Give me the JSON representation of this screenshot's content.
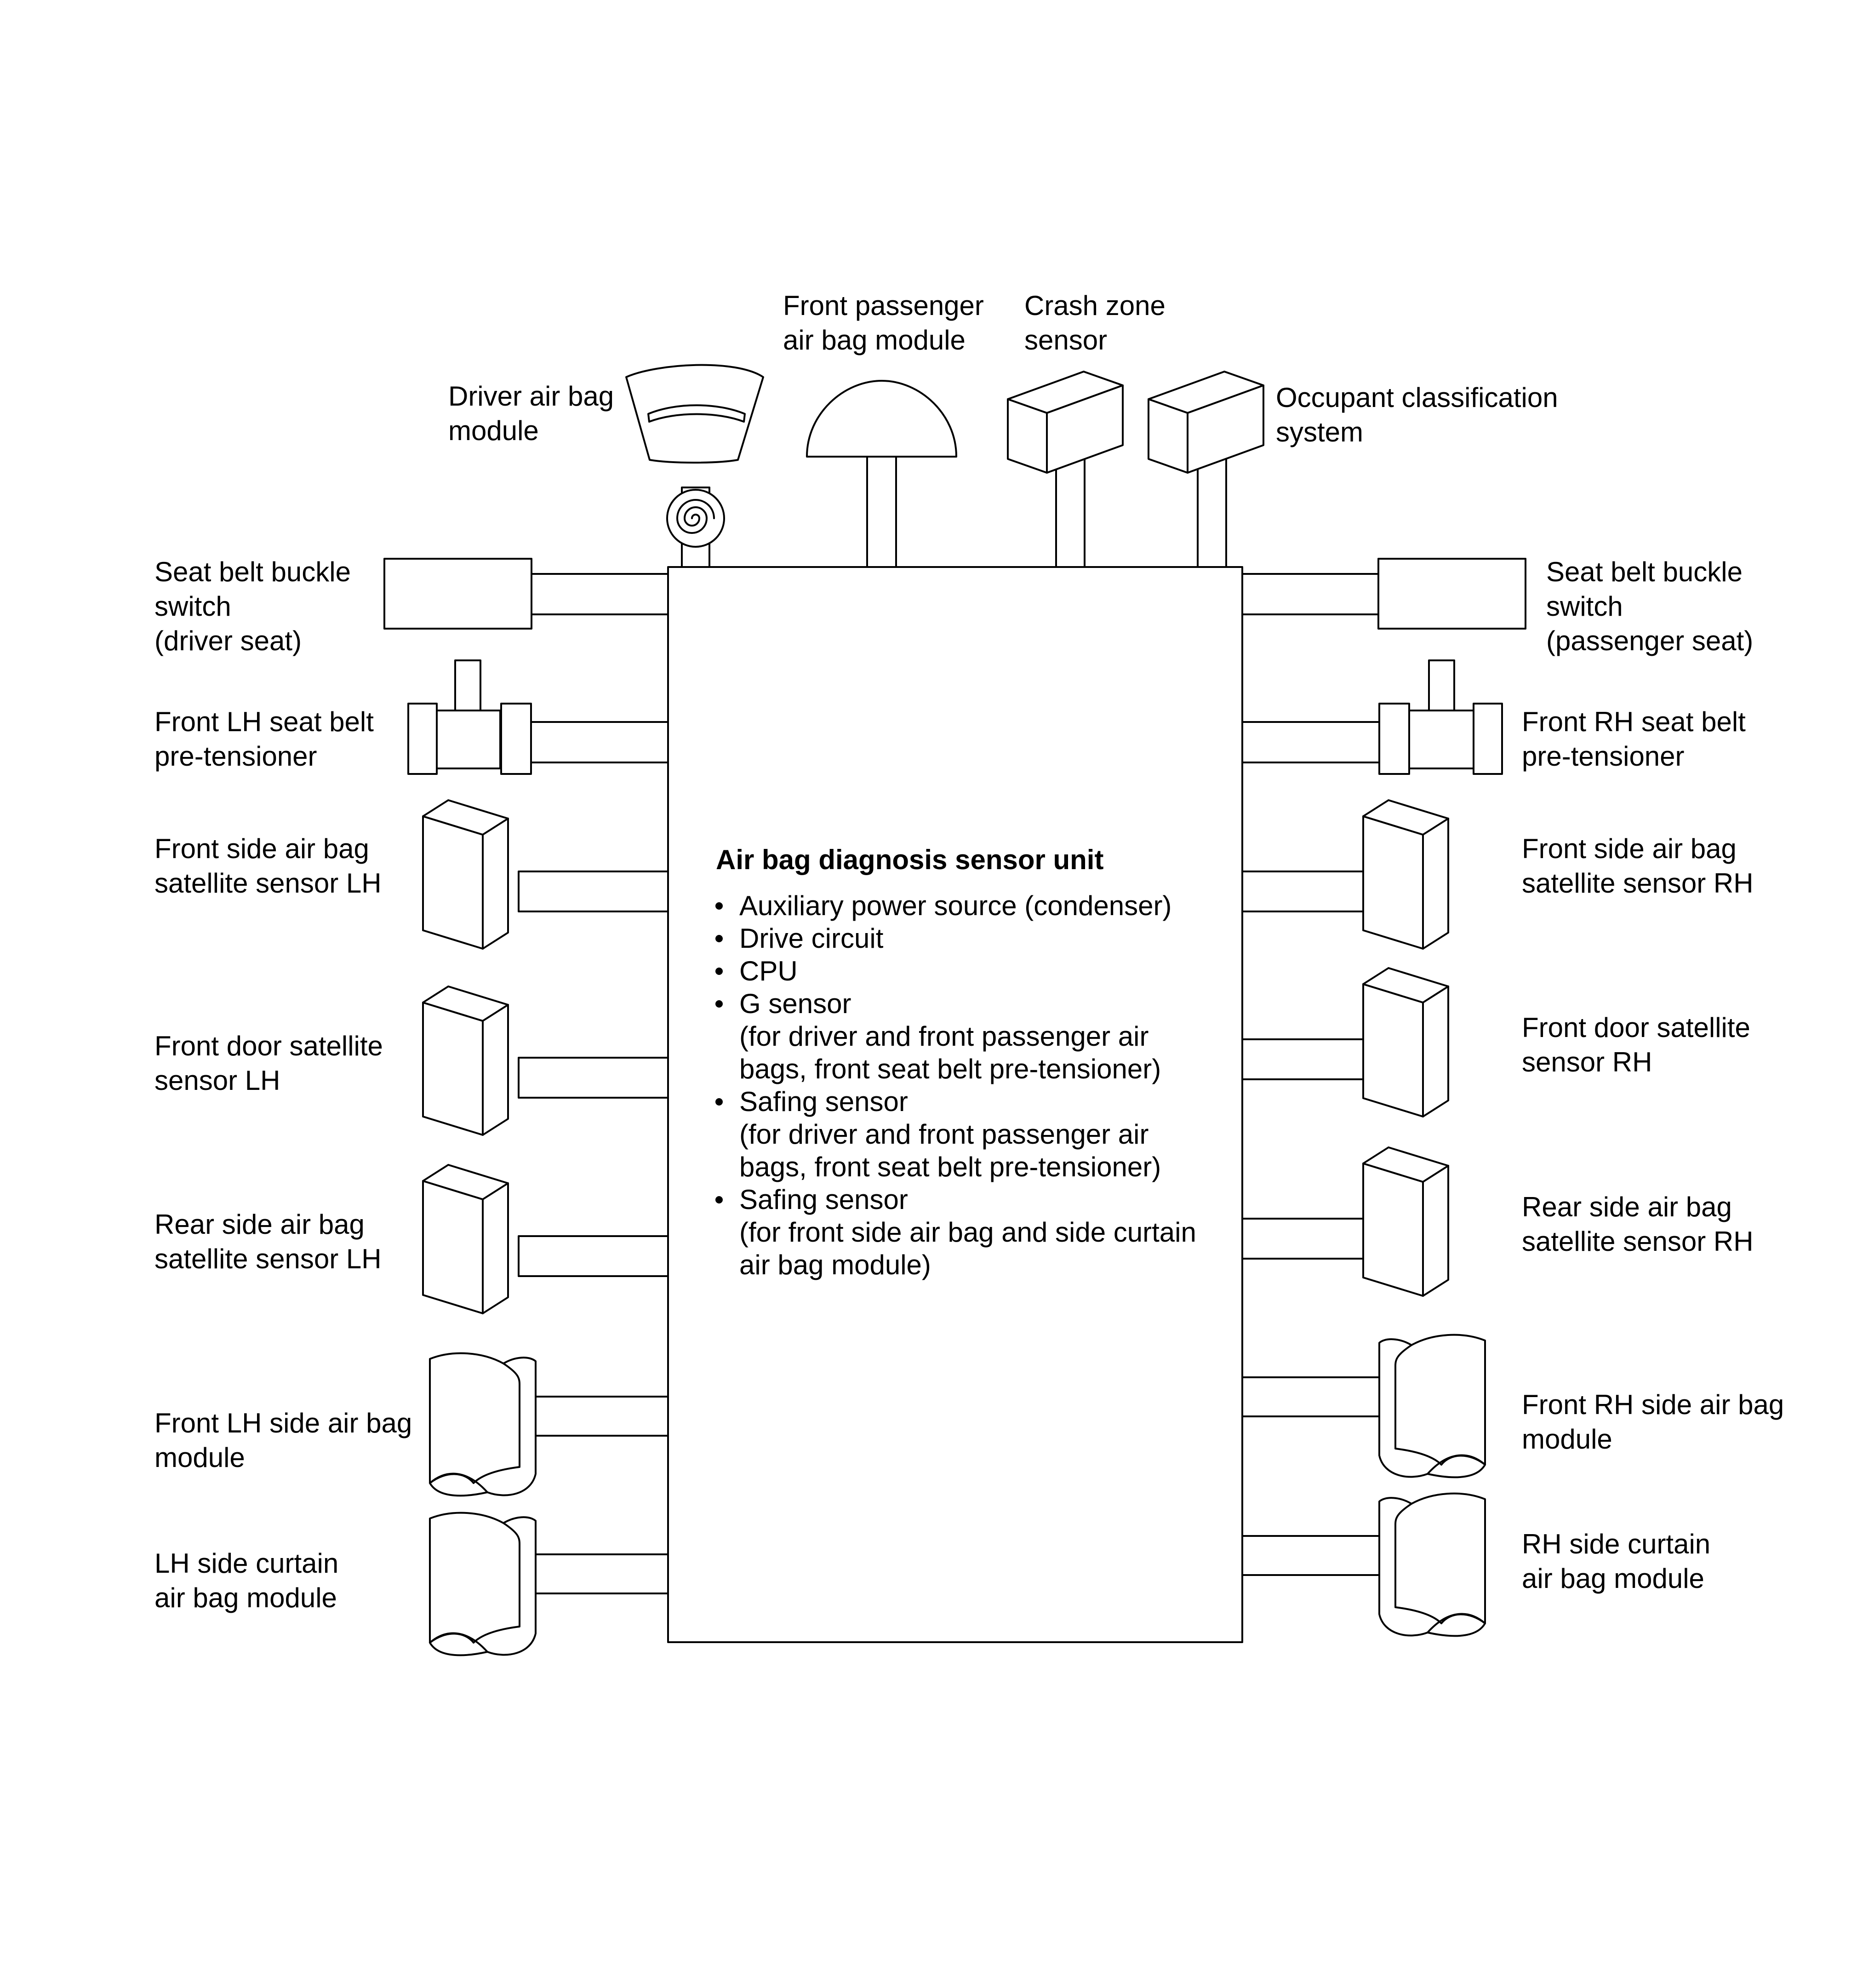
{
  "unit": {
    "title": "Air bag diagnosis sensor unit",
    "bullets": [
      [
        "Auxiliary power source (condenser)"
      ],
      [
        "Drive circuit"
      ],
      [
        "CPU"
      ],
      [
        "G sensor",
        "(for driver and front passenger air",
        "bags, front seat belt pre-tensioner)"
      ],
      [
        "Safing sensor",
        "(for driver and front passenger air",
        "bags, front seat belt pre-tensioner)"
      ],
      [
        "Safing sensor",
        "(for front side air bag and side curtain",
        "air bag module)"
      ]
    ]
  },
  "top": {
    "driver_air_bag": [
      "Driver air bag",
      "module"
    ],
    "front_passenger_air_bag": [
      "Front passenger",
      "air bag module"
    ],
    "crash_zone_sensor": [
      "Crash zone",
      "sensor"
    ],
    "occupant_classification": [
      "Occupant classification",
      "system"
    ]
  },
  "left": {
    "seat_belt_buckle": [
      "Seat belt buckle",
      "switch",
      "(driver seat)"
    ],
    "pretensioner": [
      "Front LH seat belt",
      "pre-tensioner"
    ],
    "front_side_sensor": [
      "Front side air bag",
      "satellite sensor LH"
    ],
    "front_door_sensor": [
      "Front door satellite",
      "sensor LH"
    ],
    "rear_side_sensor": [
      "Rear side air bag",
      "satellite sensor LH"
    ],
    "side_air_bag": [
      "Front LH side air bag",
      "module"
    ],
    "curtain_air_bag": [
      "LH side curtain",
      "air bag module"
    ]
  },
  "right": {
    "seat_belt_buckle": [
      "Seat belt buckle",
      "switch",
      "(passenger seat)"
    ],
    "pretensioner": [
      "Front RH seat belt",
      "pre-tensioner"
    ],
    "front_side_sensor": [
      "Front side air bag",
      "satellite sensor RH"
    ],
    "front_door_sensor": [
      "Front door satellite",
      "sensor RH"
    ],
    "rear_side_sensor": [
      "Rear side air bag",
      "satellite sensor RH"
    ],
    "side_air_bag": [
      "Front RH side air bag",
      "module"
    ],
    "curtain_air_bag": [
      "RH side curtain",
      "air bag module"
    ]
  }
}
